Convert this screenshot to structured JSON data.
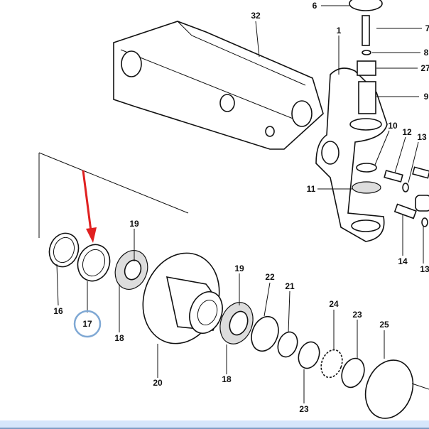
{
  "diagram": {
    "labels": [
      "6",
      "7",
      "8",
      "27",
      "9",
      "1",
      "32",
      "10",
      "12",
      "13",
      "11",
      "14",
      "13",
      "19",
      "16",
      "17",
      "18",
      "19",
      "22",
      "21",
      "24",
      "23",
      "25",
      "20",
      "18",
      "23"
    ],
    "highlight_label": "17",
    "highlight_color": "#7fa8d4",
    "arrow_color": "#e02020"
  }
}
